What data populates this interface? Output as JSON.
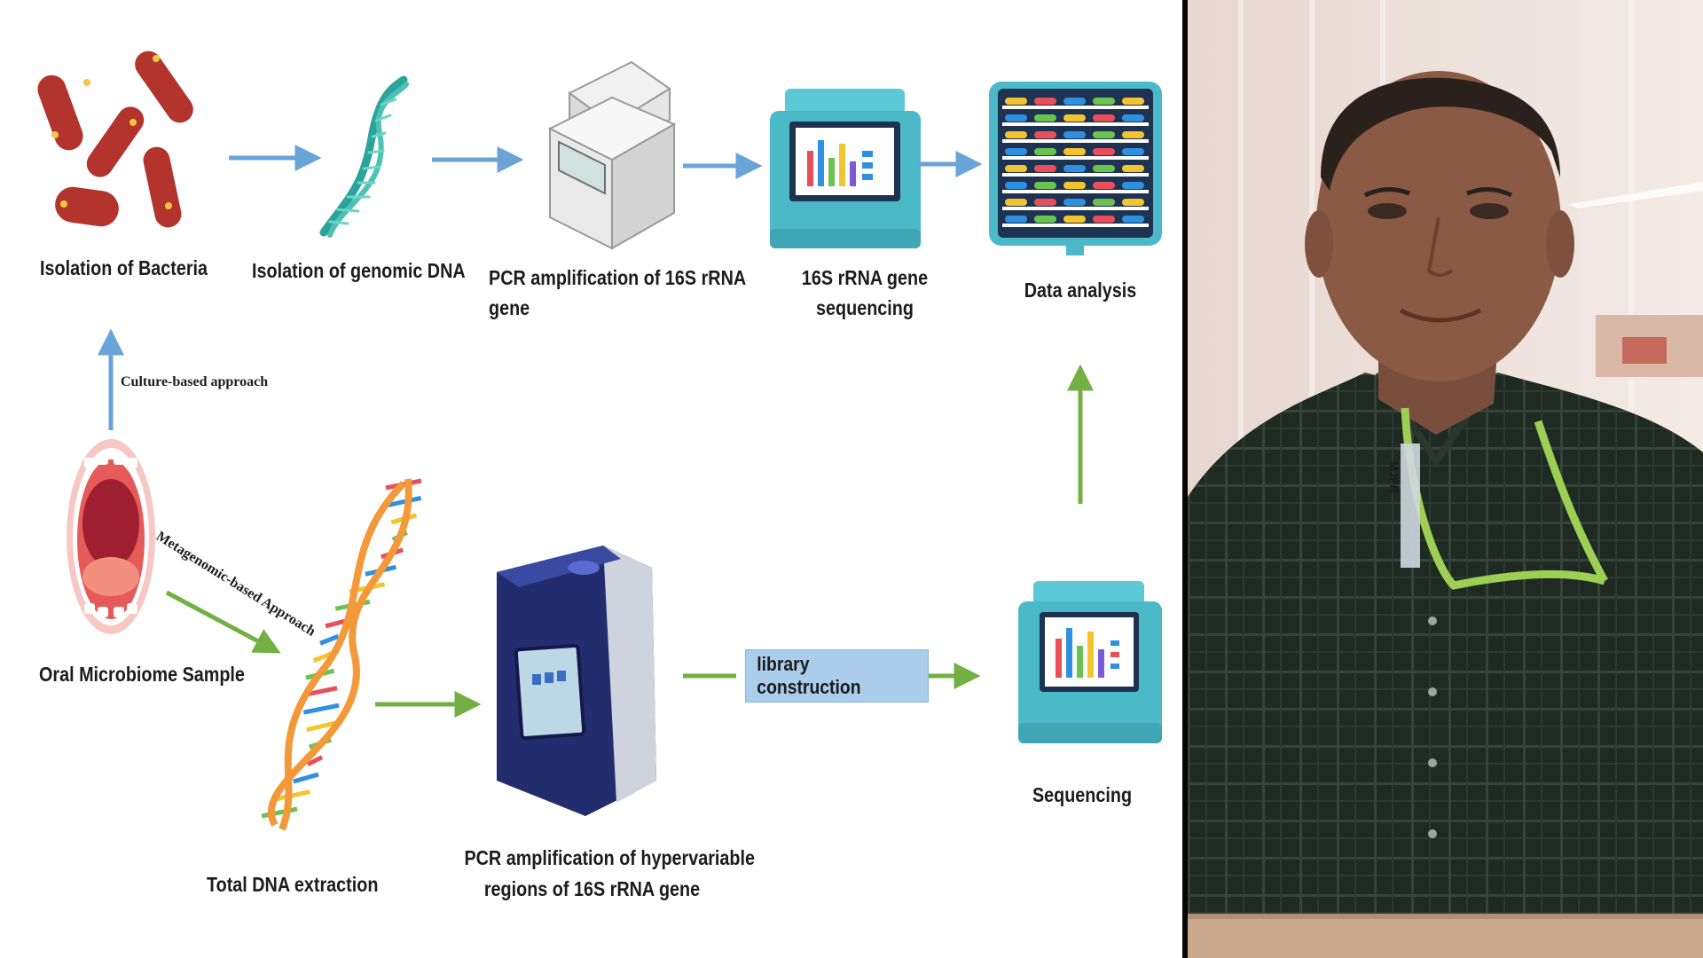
{
  "diagram": {
    "labels": {
      "isolation_bacteria": "Isolation of Bacteria",
      "isolation_dna": "Isolation of genomic DNA",
      "pcr_16s_line1": "PCR amplification of 16S rRNA",
      "pcr_16s_line2": "gene",
      "seq_16s_line1": "16S rRNA gene",
      "seq_16s_line2": "sequencing",
      "data_analysis": "Data analysis",
      "culture_approach": "Culture-based approach",
      "metagenomic_approach": "Metagenomic-based Approach",
      "oral_sample": "Oral Microbiome Sample",
      "total_dna": "Total DNA extraction",
      "pcr_hyper_line1": "PCR amplification of hypervariable",
      "pcr_hyper_line2": "regions of 16S rRNA gene",
      "library": "library construction",
      "sequencing": "Sequencing"
    },
    "colors": {
      "blue_arrow": "#6aa3d8",
      "green_arrow": "#72b043",
      "bacteria": "#b2342c",
      "sequencer": "#5cc9d6",
      "library_box": "#a9cdea"
    }
  },
  "camera": {
    "lanyard_text": "MJPR",
    "colors": {
      "shirt": "#1e2a22",
      "skin": "#8a5a45",
      "wall": "#efe4df",
      "lanyard": "#9ccf53"
    }
  }
}
